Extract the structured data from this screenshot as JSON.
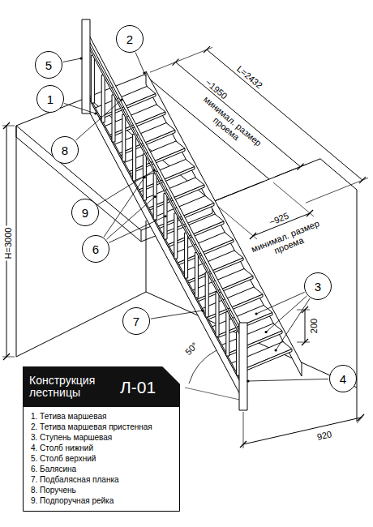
{
  "diagram": {
    "nodes": [
      {
        "text": [
          "2"
        ]
      },
      {
        "text": [
          "5"
        ]
      },
      {
        "text": [
          "1"
        ]
      },
      {
        "text": [
          "8"
        ]
      },
      {
        "text": [
          "9"
        ]
      },
      {
        "text": [
          "6"
        ]
      },
      {
        "text": [
          "3"
        ]
      },
      {
        "text": [
          "7"
        ]
      },
      {
        "text": [
          "4"
        ]
      },
      {
        "text": [
          "Конструкция лестницы",
          "Л-01",
          "1. Тетива маршевая",
          "2. Тетива маршевая пристенная",
          "3. Ступень маршевая",
          "4. Столб нижний",
          "5. Столб верхний",
          "6. Балясина",
          "7. Подбалясная планка",
          "8. Поручень",
          "9. Подпоручная рейка"
        ]
      }
    ],
    "labels": [
      "L=2432",
      "~1950",
      "минимал. размер проема",
      "~925",
      "минимал. размер проема",
      "H=3000",
      "200",
      "50°",
      "920"
    ]
  }
}
